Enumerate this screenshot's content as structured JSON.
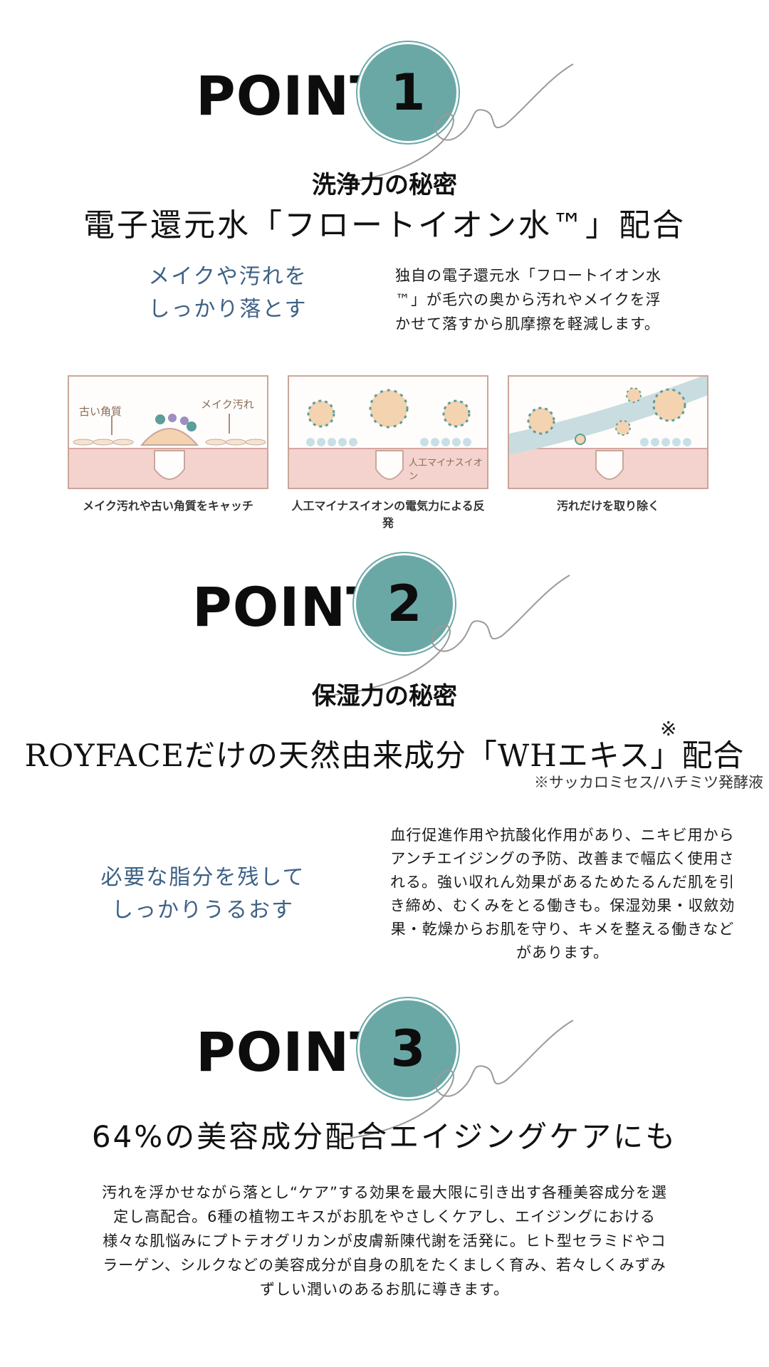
{
  "point1": {
    "word": "POINT",
    "number": "1",
    "subtitle": "洗浄力の秘密",
    "headline": "電子還元水「フロートイオン水™」配合",
    "catch_lines": [
      "メイクや汚れを",
      "しっかり落とす"
    ],
    "body_lines": [
      "独自の電子還元水「フロートイオン水",
      "™」が毛穴の奥から汚れやメイクを浮",
      "かせて落すから肌摩擦を軽減します。"
    ],
    "diagrams": [
      {
        "caption": "メイク汚れや古い角質をキャッチ",
        "labels": [
          "古い角質",
          "メイク汚れ"
        ]
      },
      {
        "caption": "人工マイナスイオンの電気力による反発",
        "labels": [
          "人工マイナスイオン"
        ]
      },
      {
        "caption": "汚れだけを取り除く",
        "labels": []
      }
    ]
  },
  "point2": {
    "word": "POINT",
    "number": "2",
    "subtitle": "保湿力の秘密",
    "headline": "ROYFACEだけの天然由来成分「WHエキス」配合",
    "headline_mark": "※",
    "footnote": "※サッカロミセス/ハチミツ発酵液",
    "catch_lines": [
      "必要な脂分を残して",
      "しっかりうるおす"
    ],
    "body_lines": [
      "血行促進作用や抗酸化作用があり、ニキビ用から",
      "アンチエイジングの予防、改善まで幅広く使用さ",
      "れる。強い収れん効果があるためたるんだ肌を引",
      "き締め、むくみをとる働きも。保湿効果・収斂効",
      "果・乾燥からお肌を守り、キメを整える働きなど",
      "があります。"
    ]
  },
  "point3": {
    "word": "POINT",
    "number": "3",
    "headline": "64%の美容成分配合エイジングケアにも",
    "body_lines": [
      "汚れを浮かせながら落とし“ケア”する効果を最大限に引き出す各種美容成分を選",
      "定し高配合。6種の植物エキスがお肌をやさしくケアし、エイジングにおける",
      "様々な肌悩みにプトテオグリカンが皮膚新陳代謝を活発に。ヒト型セラミドやコ",
      "ラーゲン、シルクなどの美容成分が自身の肌をたくましく育み、若々しくみずみ",
      "ずしい潤いのあるお肌に導きます。"
    ]
  },
  "colors": {
    "accent_teal": "#6aa8a6",
    "catch_blue": "#3d6185",
    "skin_pink": "#f4d3cf"
  }
}
